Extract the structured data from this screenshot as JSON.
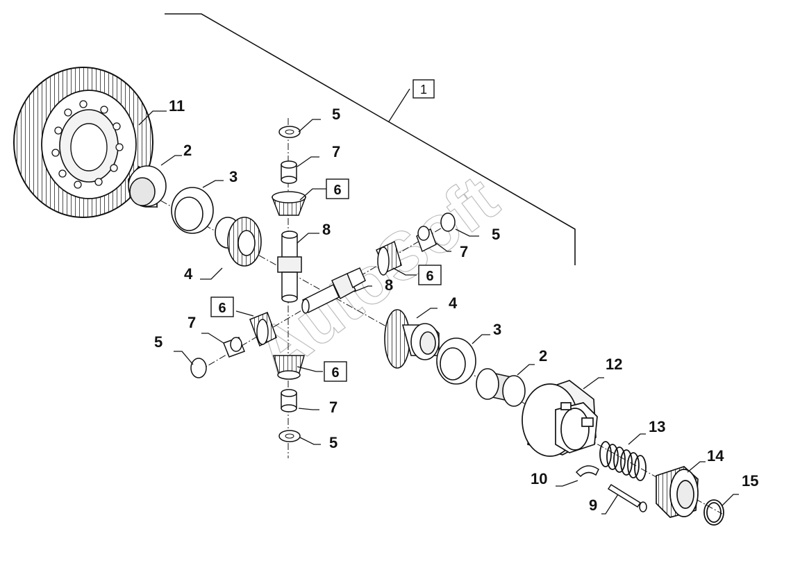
{
  "diagram": {
    "watermark": "AutoSoft",
    "boxed_labels": {
      "assembly": "1",
      "pinion_top": "6",
      "pinion_right": "6",
      "pinion_left": "6",
      "pinion_bottom": "6"
    },
    "callouts": {
      "ring_gear": "11",
      "bearing_upper": "2",
      "washer_upper": "3",
      "side_gear_upper": "4",
      "shim_top": "5",
      "bushing_top": "7",
      "shaft_vertical": "8",
      "shim_right": "5",
      "bushing_right": "7",
      "shaft_horizontal": "8",
      "side_gear_lower": "4",
      "washer_lower": "3",
      "bearing_lower": "2",
      "bushing_left": "7",
      "shim_left": "5",
      "bushing_bottom": "7",
      "shim_bottom": "5",
      "lock_housing": "12",
      "spring": "13",
      "sleeve": "14",
      "circlip": "15",
      "key": "10",
      "bolt": "9"
    }
  }
}
